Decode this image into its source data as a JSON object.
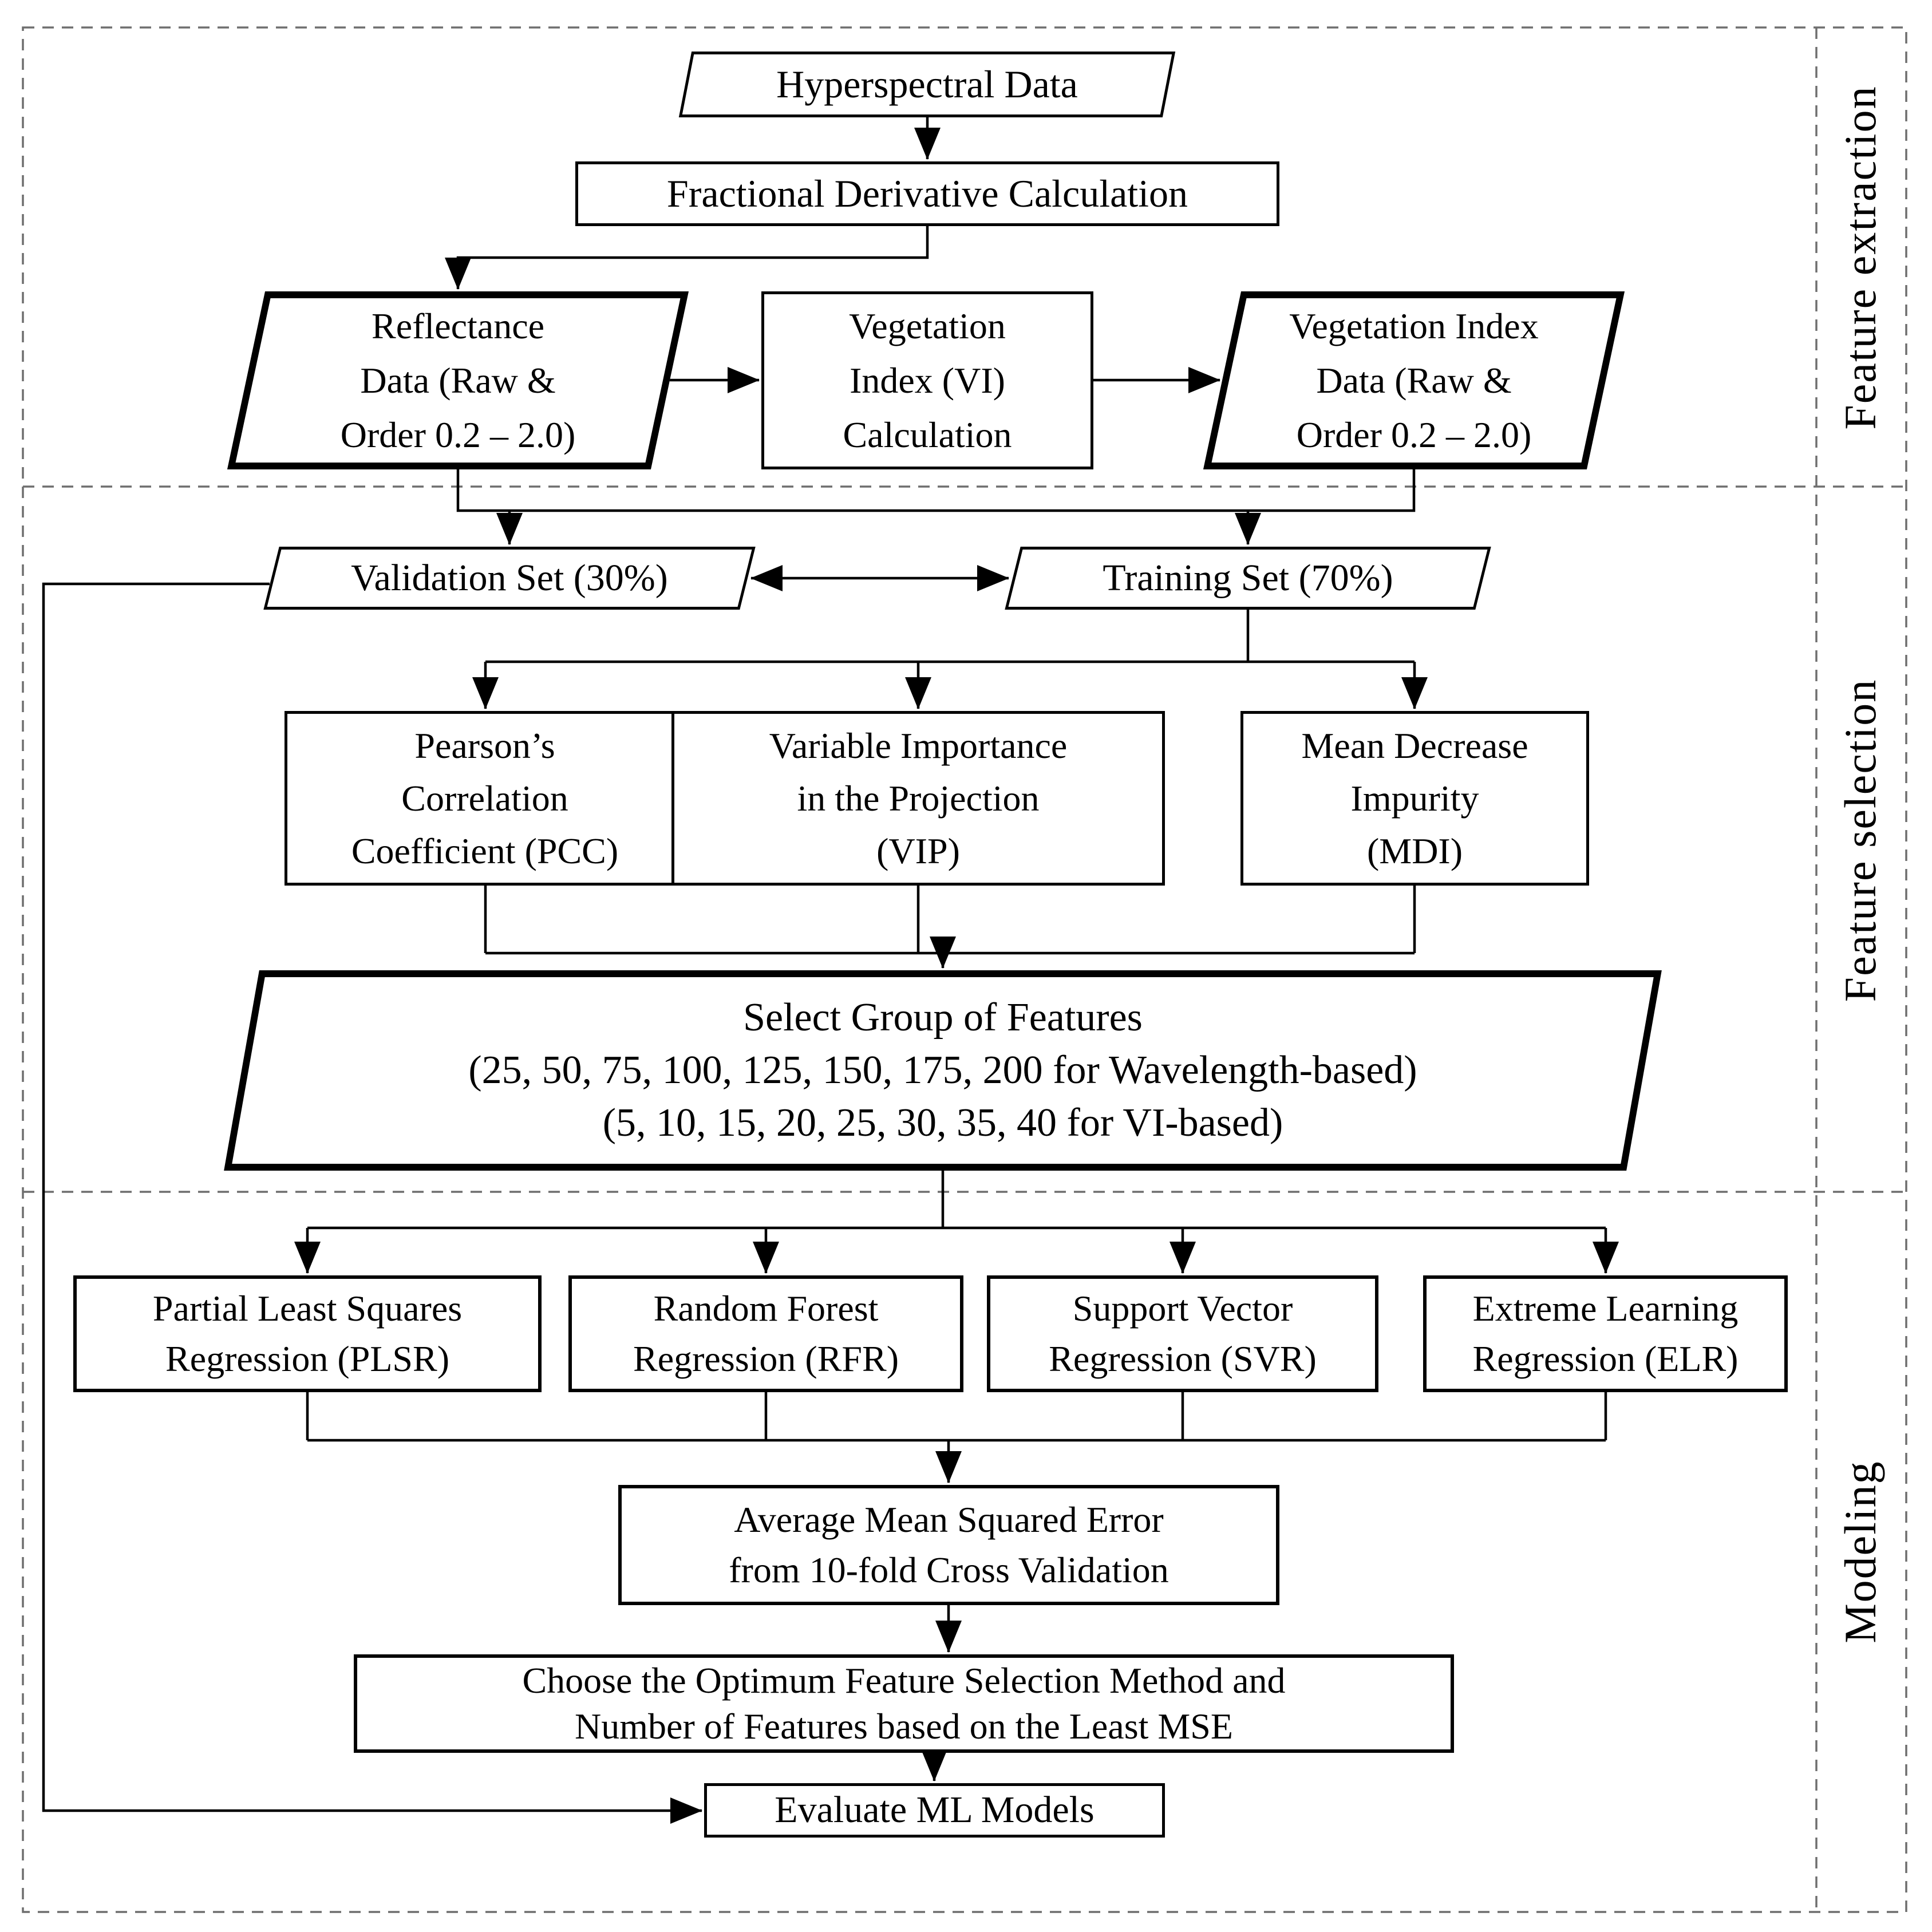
{
  "diagram_title": "Hyperspectral machine-learning workflow flowchart",
  "colors": {
    "line": "#000000",
    "divider": "#6e6e6e",
    "background": "#ffffff",
    "text": "#000000"
  },
  "section_labels": {
    "extraction": "Feature extraction",
    "selection": "Feature selection",
    "modeling": "Modeling"
  },
  "nodes": {
    "hyperspectral": {
      "shape": "parallelogram",
      "lines": [
        "Hyperspectral Data"
      ]
    },
    "fractional": {
      "shape": "rectangle",
      "lines": [
        "Fractional Derivative Calculation"
      ]
    },
    "reflectance": {
      "shape": "parallelogram-bold",
      "lines": [
        "Reflectance",
        "Data (Raw &",
        "Order 0.2 – 2.0)"
      ]
    },
    "vi_calc": {
      "shape": "rectangle",
      "lines": [
        "Vegetation",
        "Index (VI)",
        "Calculation"
      ]
    },
    "vi_data": {
      "shape": "parallelogram-bold",
      "lines": [
        "Vegetation Index",
        "Data (Raw &",
        "Order 0.2 – 2.0)"
      ]
    },
    "validation": {
      "shape": "parallelogram",
      "lines": [
        "Validation Set (30%)"
      ]
    },
    "training": {
      "shape": "parallelogram",
      "lines": [
        "Training Set (70%)"
      ]
    },
    "pcc": {
      "shape": "rectangle",
      "lines": [
        "Pearson’s",
        "Correlation",
        "Coefficient (PCC)"
      ]
    },
    "vip": {
      "shape": "rectangle",
      "lines": [
        "Variable Importance",
        "in the Projection",
        "(VIP)"
      ]
    },
    "mdi": {
      "shape": "rectangle",
      "lines": [
        "Mean Decrease",
        "Impurity",
        "(MDI)"
      ]
    },
    "select_features": {
      "shape": "parallelogram-bold",
      "lines": [
        "Select Group of Features",
        "(25, 50, 75, 100, 125, 150, 175, 200 for Wavelength-based)",
        "(5, 10, 15, 20, 25, 30, 35, 40 for VI-based)"
      ]
    },
    "plsr": {
      "shape": "rectangle",
      "lines": [
        "Partial Least Squares",
        "Regression (PLSR)"
      ]
    },
    "rfr": {
      "shape": "rectangle",
      "lines": [
        "Random Forest",
        "Regression (RFR)"
      ]
    },
    "svr": {
      "shape": "rectangle",
      "lines": [
        "Support Vector",
        "Regression (SVR)"
      ]
    },
    "elr": {
      "shape": "rectangle",
      "lines": [
        "Extreme Learning",
        "Regression (ELR)"
      ]
    },
    "avg_mse": {
      "shape": "rectangle",
      "lines": [
        "Average Mean Squared Error",
        "from 10-fold Cross Validation"
      ]
    },
    "choose": {
      "shape": "rectangle",
      "lines": [
        "Choose the Optimum Feature Selection Method and",
        "Number of Features based on the Least MSE"
      ]
    },
    "evaluate": {
      "shape": "rectangle",
      "lines": [
        "Evaluate ML Models"
      ]
    }
  }
}
